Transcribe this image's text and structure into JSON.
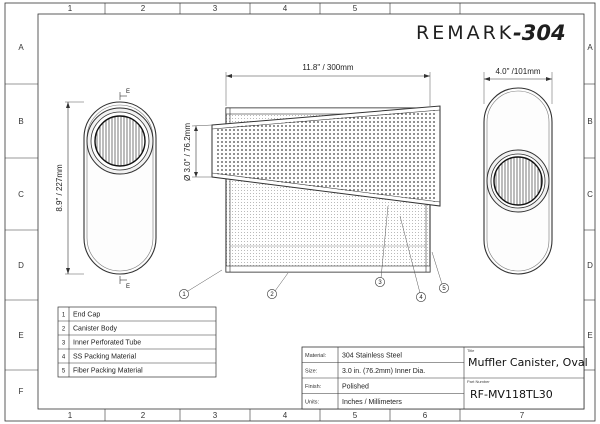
{
  "brand": {
    "name_a": "REMARK",
    "name_b": "-304"
  },
  "zones": {
    "columns": [
      "1",
      "2",
      "3",
      "4",
      "5",
      "6",
      "7"
    ],
    "rows": [
      "A",
      "B",
      "C",
      "D",
      "E",
      "F"
    ]
  },
  "dimensions": {
    "length": "11.8\" / 300mm",
    "width": "4.0\" /101mm",
    "height": "8.9\" / 227mm",
    "tube_diameter": "Ø 3.0\" / 76.2mm"
  },
  "section_marks": {
    "top": "E",
    "bottom": "E"
  },
  "callouts": [
    "1",
    "2",
    "3",
    "4",
    "5"
  ],
  "parts": [
    {
      "num": "1",
      "name": "End Cap"
    },
    {
      "num": "2",
      "name": "Canister Body"
    },
    {
      "num": "3",
      "name": "Inner Perforated Tube"
    },
    {
      "num": "4",
      "name": "SS Packing Material"
    },
    {
      "num": "5",
      "name": "Fiber Packing Material"
    }
  ],
  "title_block": {
    "material_label": "Material:",
    "material_value": "304 Stainless Steel",
    "size_label": "Size:",
    "size_value": "3.0 in. (76.2mm) Inner Dia.",
    "finish_label": "Finish:",
    "finish_value": "Polished",
    "units_label": "Units:",
    "units_value": "Inches / Millimeters",
    "title_label": "Title",
    "title_value": "Muffler Canister, Oval",
    "part_label": "Part Number",
    "part_value": "RF-MV118TL30"
  }
}
